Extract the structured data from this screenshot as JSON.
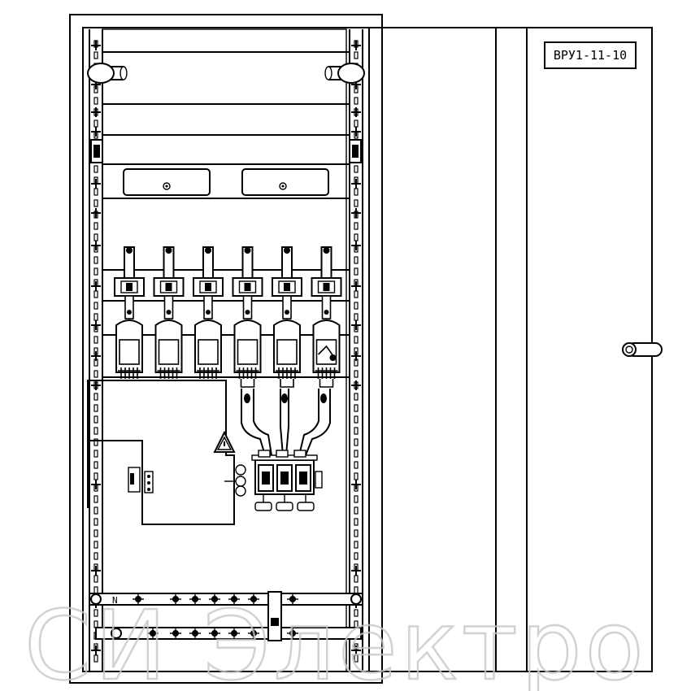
{
  "drawing": {
    "model_label": "ВРУ1-11-10",
    "watermark": "СИ Электро"
  },
  "colors": {
    "line": "#000000",
    "background": "#ffffff",
    "watermark": "#c8c8c8"
  },
  "components": {
    "fuse_switch_count": 6,
    "terminal_count": 3
  }
}
